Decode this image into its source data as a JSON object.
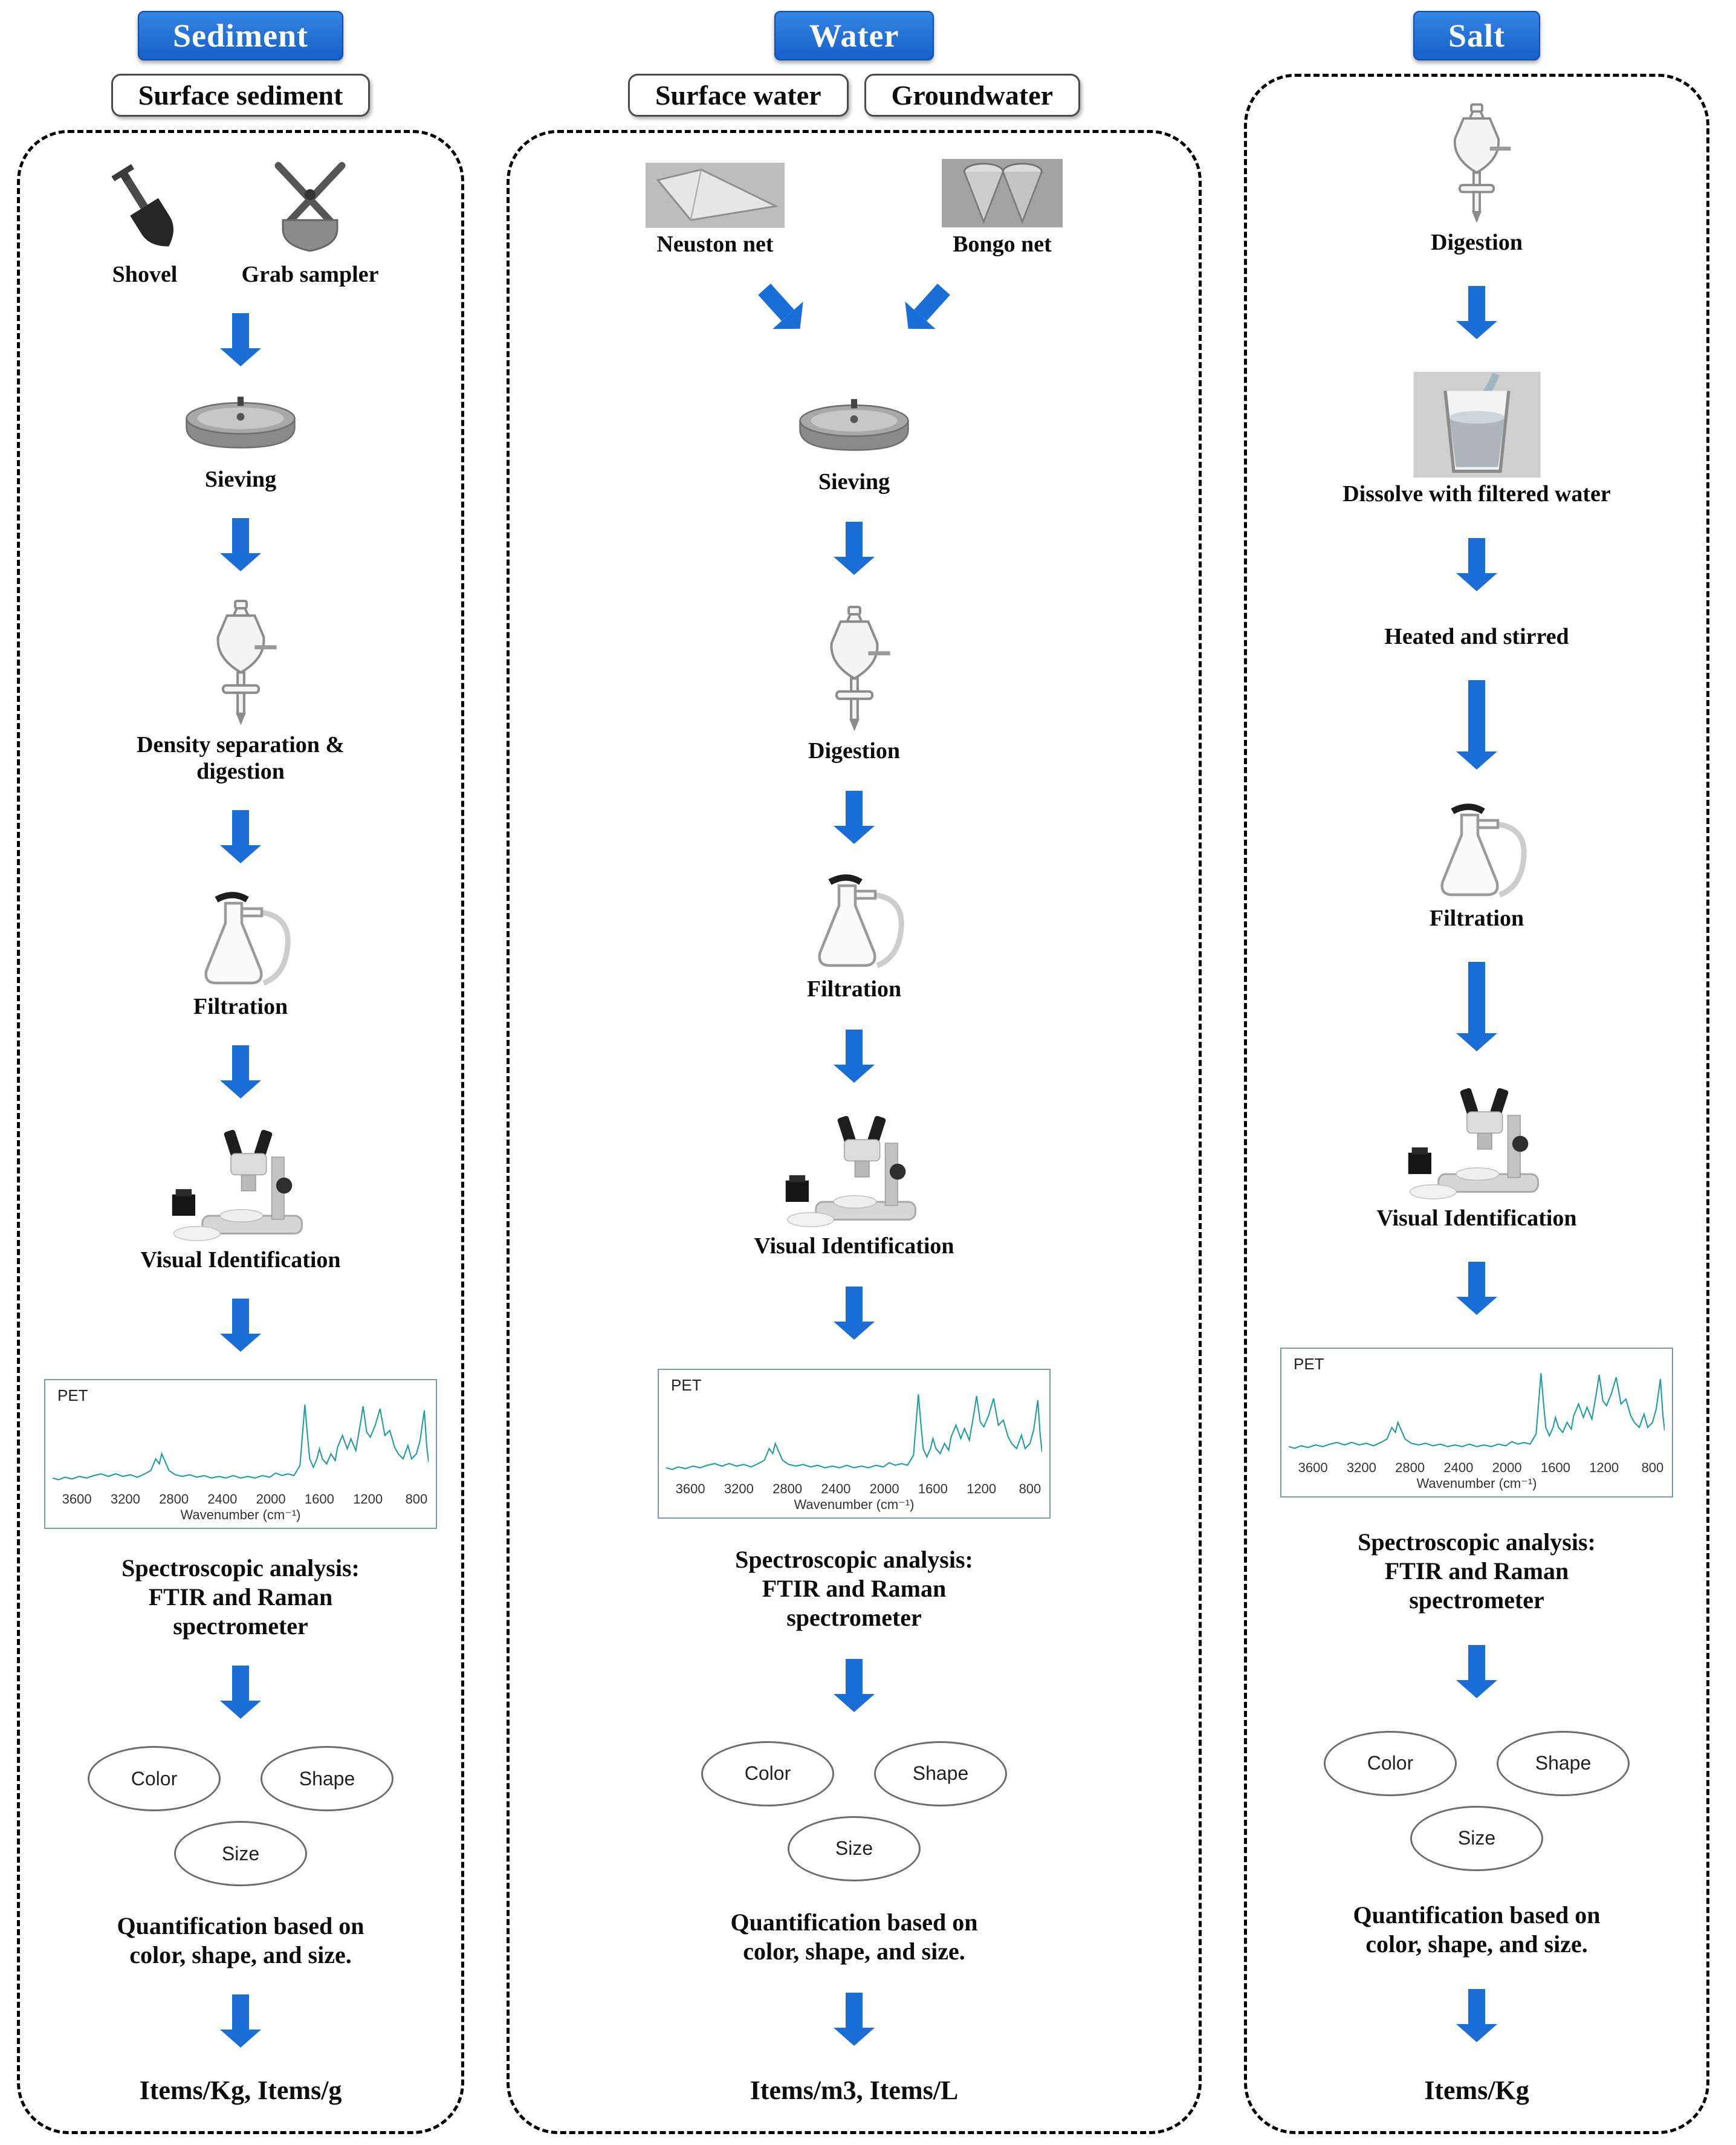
{
  "palette": {
    "accent_blue": "#1b6ed6",
    "spectrum_line": "#1f9e99"
  },
  "columns": [
    {
      "header": "Sediment",
      "subheaders": [
        "Surface sediment"
      ],
      "sources": [
        {
          "icon": "shovel-icon",
          "label": "Shovel"
        },
        {
          "icon": "grab-sampler-icon",
          "label": "Grab sampler"
        }
      ],
      "steps": [
        {
          "icon": "sieve-icon",
          "label": "Sieving"
        },
        {
          "icon": "separatory-funnel-icon",
          "label": "Density separation & digestion"
        },
        {
          "icon": "filtration-flask-icon",
          "label": "Filtration"
        },
        {
          "icon": "microscope-icon",
          "label": "Visual Identification"
        }
      ],
      "spectroscopy_label": "Spectroscopic analysis: FTIR and Raman spectrometer",
      "attributes": [
        "Color",
        "Shape",
        "Size"
      ],
      "quantification_label": "Quantification based on color, shape, and size.",
      "result_label": "Items/Kg, Items/g"
    },
    {
      "header": "Water",
      "subheaders": [
        "Surface water",
        "Groundwater"
      ],
      "sources": [
        {
          "icon": "neuston-net-icon",
          "label": "Neuston net"
        },
        {
          "icon": "bongo-net-icon",
          "label": "Bongo net"
        }
      ],
      "steps": [
        {
          "icon": "sieve-icon",
          "label": "Sieving"
        },
        {
          "icon": "separatory-funnel-icon",
          "label": "Digestion"
        },
        {
          "icon": "filtration-flask-icon",
          "label": "Filtration"
        },
        {
          "icon": "microscope-icon",
          "label": "Visual Identification"
        }
      ],
      "spectroscopy_label": "Spectroscopic analysis: FTIR and Raman spectrometer",
      "attributes": [
        "Color",
        "Shape",
        "Size"
      ],
      "quantification_label": "Quantification based on color, shape, and size.",
      "result_label": "Items/m3, Items/L"
    },
    {
      "header": "Salt",
      "subheaders": [],
      "steps": [
        {
          "icon": "separatory-funnel-icon",
          "label": "Digestion"
        },
        {
          "icon": "water-glass-icon",
          "label": "Dissolve with filtered water"
        },
        {
          "icon": "none",
          "label": "Heated and stirred"
        },
        {
          "icon": "filtration-flask-icon",
          "label": "Filtration"
        },
        {
          "icon": "microscope-icon",
          "label": "Visual Identification"
        }
      ],
      "spectroscopy_label": "Spectroscopic analysis: FTIR and Raman spectrometer",
      "attributes": [
        "Color",
        "Shape",
        "Size"
      ],
      "quantification_label": "Quantification based on color, shape, and size.",
      "result_label": "Items/Kg"
    }
  ],
  "chart_data": {
    "type": "line",
    "title": "",
    "series_label": "PET",
    "xlabel": "Wavenumber (cm⁻¹)",
    "ylabel": "",
    "x_ticks": [
      3600,
      3200,
      2800,
      2400,
      2000,
      1600,
      1200,
      800
    ],
    "x_range": [
      3800,
      700
    ],
    "x_axis_reversed": true,
    "ylim": [
      0,
      1
    ],
    "grid": false,
    "legend_position": "none",
    "line_color": "#1f9e99",
    "points": [
      [
        3800,
        0.07
      ],
      [
        3750,
        0.05
      ],
      [
        3700,
        0.08
      ],
      [
        3640,
        0.06
      ],
      [
        3580,
        0.09
      ],
      [
        3520,
        0.07
      ],
      [
        3460,
        0.1
      ],
      [
        3400,
        0.12
      ],
      [
        3340,
        0.09
      ],
      [
        3280,
        0.12
      ],
      [
        3220,
        0.09
      ],
      [
        3160,
        0.11
      ],
      [
        3100,
        0.08
      ],
      [
        3040,
        0.12
      ],
      [
        2990,
        0.16
      ],
      [
        2950,
        0.3
      ],
      [
        2920,
        0.24
      ],
      [
        2900,
        0.36
      ],
      [
        2870,
        0.26
      ],
      [
        2840,
        0.16
      ],
      [
        2790,
        0.11
      ],
      [
        2730,
        0.09
      ],
      [
        2670,
        0.11
      ],
      [
        2610,
        0.08
      ],
      [
        2550,
        0.1
      ],
      [
        2490,
        0.07
      ],
      [
        2430,
        0.09
      ],
      [
        2370,
        0.07
      ],
      [
        2310,
        0.1
      ],
      [
        2250,
        0.07
      ],
      [
        2190,
        0.09
      ],
      [
        2130,
        0.07
      ],
      [
        2070,
        0.1
      ],
      [
        2010,
        0.08
      ],
      [
        1960,
        0.13
      ],
      [
        1910,
        0.1
      ],
      [
        1860,
        0.12
      ],
      [
        1810,
        0.1
      ],
      [
        1760,
        0.22
      ],
      [
        1720,
        0.95
      ],
      [
        1700,
        0.6
      ],
      [
        1680,
        0.3
      ],
      [
        1650,
        0.2
      ],
      [
        1620,
        0.3
      ],
      [
        1600,
        0.42
      ],
      [
        1575,
        0.3
      ],
      [
        1540,
        0.24
      ],
      [
        1505,
        0.36
      ],
      [
        1470,
        0.28
      ],
      [
        1450,
        0.44
      ],
      [
        1410,
        0.58
      ],
      [
        1370,
        0.42
      ],
      [
        1340,
        0.54
      ],
      [
        1300,
        0.4
      ],
      [
        1260,
        0.74
      ],
      [
        1240,
        0.93
      ],
      [
        1210,
        0.62
      ],
      [
        1180,
        0.56
      ],
      [
        1140,
        0.7
      ],
      [
        1100,
        0.9
      ],
      [
        1060,
        0.58
      ],
      [
        1020,
        0.64
      ],
      [
        980,
        0.44
      ],
      [
        950,
        0.36
      ],
      [
        910,
        0.3
      ],
      [
        870,
        0.46
      ],
      [
        840,
        0.3
      ],
      [
        800,
        0.36
      ],
      [
        770,
        0.52
      ],
      [
        735,
        0.88
      ],
      [
        715,
        0.45
      ],
      [
        700,
        0.26
      ]
    ]
  }
}
